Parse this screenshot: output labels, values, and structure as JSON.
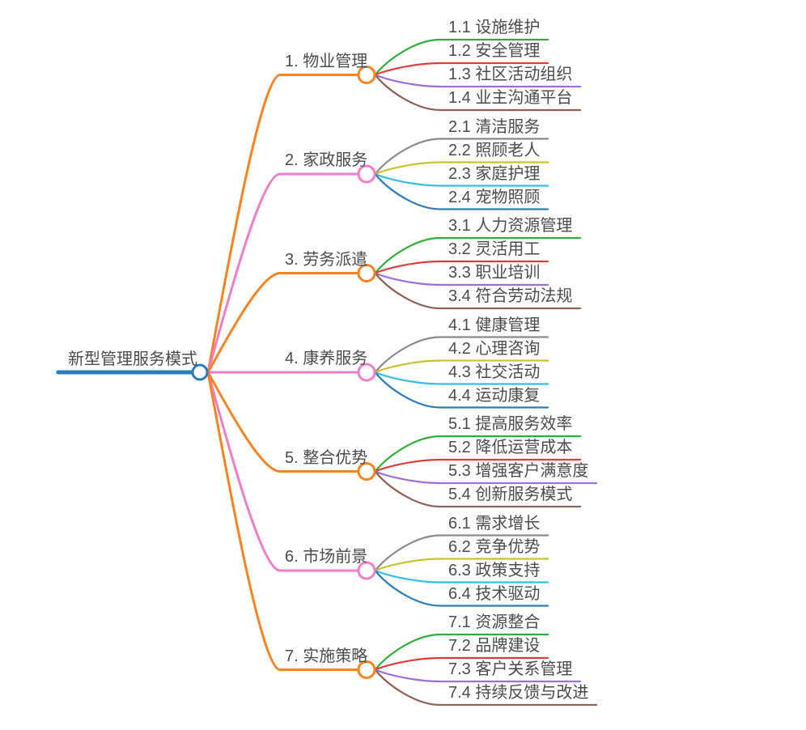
{
  "title": "新型管理服务模式",
  "palette": {
    "blue": "#2b7cb9",
    "orange": "#f5831f",
    "green": "#2ead38",
    "red": "#dd3c3c",
    "purple": "#9b6fd1",
    "brown": "#8e5f55",
    "pink": "#ee7ec5",
    "gray": "#8a8a8a",
    "olive": "#c5c42e",
    "cyan": "#33bfe0"
  },
  "root": {
    "label": "新型管理服务模式",
    "color": "blue"
  },
  "branches": [
    {
      "label": "1. 物业管理",
      "color": "orange",
      "children": [
        {
          "label": "1.1 设施维护",
          "color": "green"
        },
        {
          "label": "1.2 安全管理",
          "color": "red"
        },
        {
          "label": "1.3 社区活动组织",
          "color": "purple"
        },
        {
          "label": "1.4 业主沟通平台",
          "color": "brown"
        }
      ]
    },
    {
      "label": "2. 家政服务",
      "color": "pink",
      "children": [
        {
          "label": "2.1 清洁服务",
          "color": "gray"
        },
        {
          "label": "2.2 照顾老人",
          "color": "olive"
        },
        {
          "label": "2.3 家庭护理",
          "color": "cyan"
        },
        {
          "label": "2.4 宠物照顾",
          "color": "blue"
        }
      ]
    },
    {
      "label": "3. 劳务派遣",
      "color": "orange",
      "children": [
        {
          "label": "3.1 人力资源管理",
          "color": "green"
        },
        {
          "label": "3.2 灵活用工",
          "color": "red"
        },
        {
          "label": "3.3 职业培训",
          "color": "purple"
        },
        {
          "label": "3.4 符合劳动法规",
          "color": "brown"
        }
      ]
    },
    {
      "label": "4. 康养服务",
      "color": "pink",
      "children": [
        {
          "label": "4.1 健康管理",
          "color": "gray"
        },
        {
          "label": "4.2 心理咨询",
          "color": "olive"
        },
        {
          "label": "4.3 社交活动",
          "color": "cyan"
        },
        {
          "label": "4.4 运动康复",
          "color": "blue"
        }
      ]
    },
    {
      "label": "5. 整合优势",
      "color": "orange",
      "children": [
        {
          "label": "5.1 提高服务效率",
          "color": "green"
        },
        {
          "label": "5.2 降低运营成本",
          "color": "red"
        },
        {
          "label": "5.3 增强客户满意度",
          "color": "purple"
        },
        {
          "label": "5.4 创新服务模式",
          "color": "brown"
        }
      ]
    },
    {
      "label": "6. 市场前景",
      "color": "pink",
      "children": [
        {
          "label": "6.1 需求增长",
          "color": "gray"
        },
        {
          "label": "6.2 竞争优势",
          "color": "olive"
        },
        {
          "label": "6.3 政策支持",
          "color": "cyan"
        },
        {
          "label": "6.4 技术驱动",
          "color": "blue"
        }
      ]
    },
    {
      "label": "7. 实施策略",
      "color": "orange",
      "children": [
        {
          "label": "7.1 资源整合",
          "color": "green"
        },
        {
          "label": "7.2 品牌建设",
          "color": "red"
        },
        {
          "label": "7.3 客户关系管理",
          "color": "purple"
        },
        {
          "label": "7.4 持续反馈与改进",
          "color": "brown"
        }
      ]
    }
  ]
}
